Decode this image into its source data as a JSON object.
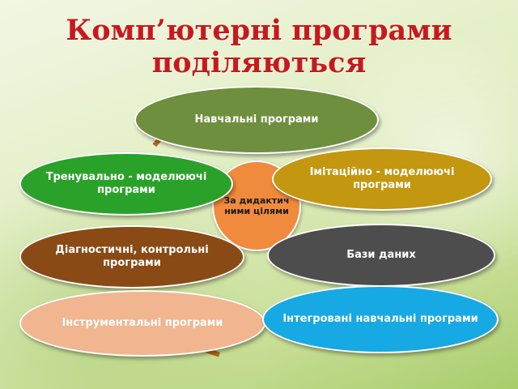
{
  "title": {
    "line1": "Комп’ютерні програми",
    "line2": "поділяються"
  },
  "center": {
    "label": "За дидактич ними цілями",
    "color": "#f08a3c",
    "text_color": "#1b1b1b"
  },
  "nodes": [
    {
      "id": "navchalni",
      "label": "Навчальні програми",
      "color": "#6e8f3d",
      "text_color": "#ffffff"
    },
    {
      "id": "trenuvalno",
      "label": "Тренувально - моделюючі програми",
      "color": "#2aa22a",
      "text_color": "#ffffff"
    },
    {
      "id": "imitatsiyno",
      "label": "Імітаційно - моделюючі програми",
      "color": "#c3970f",
      "text_color": "#ffffff"
    },
    {
      "id": "diagnostychni",
      "label": "Діагностичні, контрольні програми",
      "color": "#8a4a16",
      "text_color": "#ffffff"
    },
    {
      "id": "bazy",
      "label": "Бази даних",
      "color": "#4d4d4d",
      "text_color": "#ffffff"
    },
    {
      "id": "instrumentalni",
      "label": "Інструментальні програми",
      "color": "#f1b590",
      "text_color": "#ffffff"
    },
    {
      "id": "intehrovani",
      "label": "Інтегровані навчальні програми",
      "color": "#16a9e4",
      "text_color": "#ffffff"
    }
  ],
  "ring_color": "#b5651d"
}
